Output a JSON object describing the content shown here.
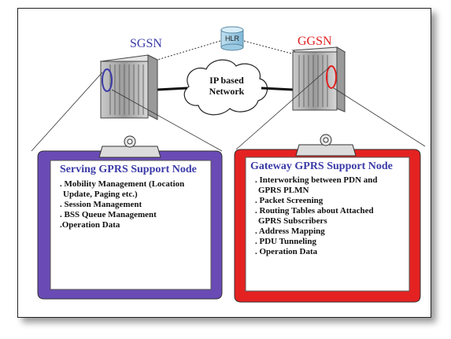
{
  "hlr": {
    "label": "HLR"
  },
  "network": {
    "label_line1": "IP based",
    "label_line2": "Network"
  },
  "sgsn": {
    "title": "SGSN",
    "board_title": "Serving GPRS Support Node",
    "items": [
      ". Mobility Management (Location",
      "Update, Paging etc.)",
      ". Session Management",
      ". BSS Queue Management",
      ".Operation Data"
    ],
    "color": "#6a4bb5"
  },
  "ggsn": {
    "title": "GGSN",
    "board_title": "Gateway GPRS Support Node",
    "items": [
      ". Interworking between PDN and",
      "GPRS PLMN",
      ". Packet Screening",
      ". Routing Tables about Attached",
      "GPRS Subscribers",
      ". Address Mapping",
      ". PDU Tunneling",
      ". Operation Data"
    ],
    "color": "#e52222"
  }
}
